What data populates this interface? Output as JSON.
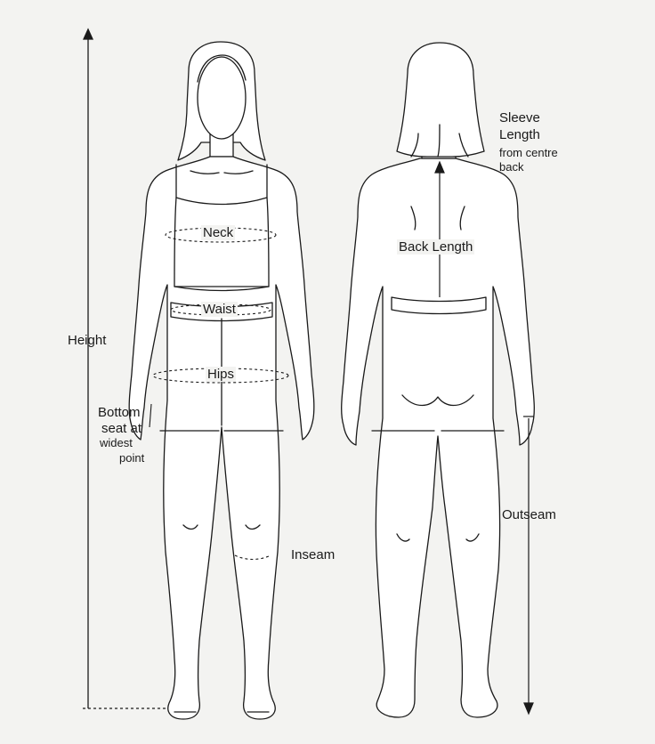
{
  "labels": {
    "height": "Height",
    "neck": "Neck",
    "waist": "Waist",
    "hips": "Hips",
    "bottom_seat_line1": "Bottom",
    "bottom_seat_line2": "seat at",
    "bottom_seat_line3": "widest",
    "bottom_seat_line4": "point",
    "inseam": "Inseam",
    "sleeve_length_line1": "Sleeve",
    "sleeve_length_line2": "Length",
    "sleeve_from_line1": "from centre",
    "sleeve_from_line2": "back",
    "back_length": "Back Length",
    "outseam": "Outseam"
  },
  "colors": {
    "background": "#f3f3f1",
    "line": "#1a1a1a"
  },
  "icons": [
    "front-body-figure",
    "back-body-figure",
    "arrow-up-icon",
    "arrow-down-icon"
  ]
}
